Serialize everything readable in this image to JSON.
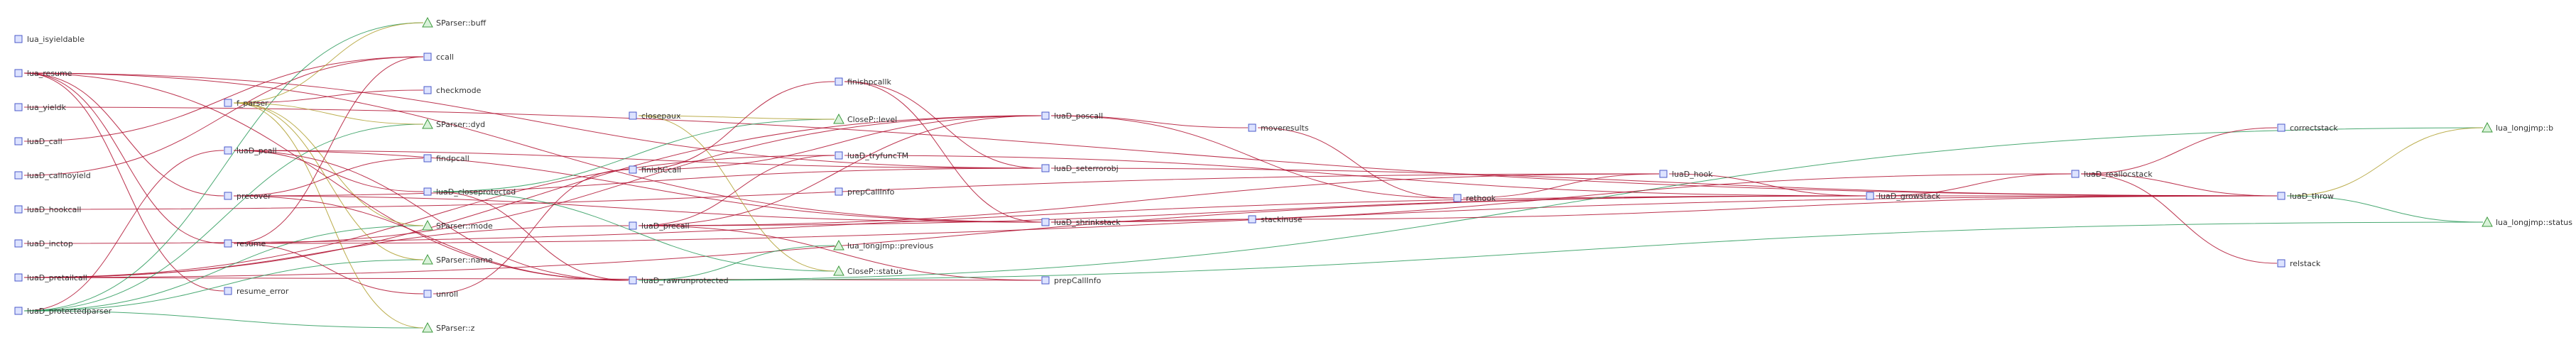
{
  "colors": {
    "func_fill": "#dde3ff",
    "func_stroke": "#4a58c8",
    "field_fill": "#d9f2d9",
    "field_stroke": "#3e9a3e",
    "edge_red": "#b01030",
    "edge_green": "#2a9a5a",
    "edge_olive": "#b0a030"
  },
  "legend": {
    "func_shape": "square-icon",
    "field_shape": "triangle-icon"
  },
  "nodes": [
    {
      "id": "lua_isyieldable",
      "label": "lua_isyieldable",
      "shape": "square"
    },
    {
      "id": "lua_resume",
      "label": "lua_resume",
      "shape": "square"
    },
    {
      "id": "lua_yieldk",
      "label": "lua_yieldk",
      "shape": "square"
    },
    {
      "id": "luaD_call",
      "label": "luaD_call",
      "shape": "square"
    },
    {
      "id": "luaD_callnoyield",
      "label": "luaD_callnoyield",
      "shape": "square"
    },
    {
      "id": "luaD_hookcall",
      "label": "luaD_hookcall",
      "shape": "square"
    },
    {
      "id": "luaD_inctop",
      "label": "luaD_inctop",
      "shape": "square"
    },
    {
      "id": "luaD_pretailcall",
      "label": "luaD_pretailcall",
      "shape": "square"
    },
    {
      "id": "luaD_protectedparser",
      "label": "luaD_protectedparser",
      "shape": "square"
    },
    {
      "id": "f_parser",
      "label": "f_parser",
      "shape": "square"
    },
    {
      "id": "luaD_pcall",
      "label": "luaD_pcall",
      "shape": "square"
    },
    {
      "id": "precover",
      "label": "precover",
      "shape": "square"
    },
    {
      "id": "resume",
      "label": "resume",
      "shape": "square"
    },
    {
      "id": "resume_error",
      "label": "resume_error",
      "shape": "square"
    },
    {
      "id": "SParser_buff",
      "label": "SParser::buff",
      "shape": "triangle"
    },
    {
      "id": "ccall",
      "label": "ccall",
      "shape": "square"
    },
    {
      "id": "checkmode",
      "label": "checkmode",
      "shape": "square"
    },
    {
      "id": "SParser_dyd",
      "label": "SParser::dyd",
      "shape": "triangle"
    },
    {
      "id": "findpcall",
      "label": "findpcall",
      "shape": "square"
    },
    {
      "id": "luaD_closeprotected",
      "label": "luaD_closeprotected",
      "shape": "square"
    },
    {
      "id": "SParser_mode",
      "label": "SParser::mode",
      "shape": "triangle"
    },
    {
      "id": "SParser_name",
      "label": "SParser::name",
      "shape": "triangle"
    },
    {
      "id": "unroll",
      "label": "unroll",
      "shape": "square"
    },
    {
      "id": "SParser_z",
      "label": "SParser::z",
      "shape": "triangle"
    },
    {
      "id": "closepaux",
      "label": "closepaux",
      "shape": "square"
    },
    {
      "id": "finishCcall",
      "label": "finishCcall",
      "shape": "square"
    },
    {
      "id": "luaD_precall",
      "label": "luaD_precall",
      "shape": "square"
    },
    {
      "id": "luaD_rawrunprotected",
      "label": "luaD_rawrunprotected",
      "shape": "square"
    },
    {
      "id": "finishpcallk",
      "label": "finishpcallk",
      "shape": "square"
    },
    {
      "id": "CloseP_level",
      "label": "CloseP::level",
      "shape": "triangle"
    },
    {
      "id": "luaD_tryfuncTM",
      "label": "luaD_tryfuncTM",
      "shape": "square"
    },
    {
      "id": "prepCallInfo_in",
      "label": "prepCallInfo",
      "shape": "square"
    },
    {
      "id": "lua_longjmp_previous",
      "label": "lua_longjmp::previous",
      "shape": "triangle"
    },
    {
      "id": "CloseP_status",
      "label": "CloseP::status",
      "shape": "triangle"
    },
    {
      "id": "luaD_poscall",
      "label": "luaD_poscall",
      "shape": "square"
    },
    {
      "id": "luaD_seterrorobj",
      "label": "luaD_seterrorobj",
      "shape": "square"
    },
    {
      "id": "luaD_shrinkstack",
      "label": "luaD_shrinkstack",
      "shape": "square"
    },
    {
      "id": "prepCallInfo",
      "label": "prepCallInfo",
      "shape": "square"
    },
    {
      "id": "moveresults",
      "label": "moveresults",
      "shape": "square"
    },
    {
      "id": "stackinuse",
      "label": "stackinuse",
      "shape": "square"
    },
    {
      "id": "rethook",
      "label": "rethook",
      "shape": "square"
    },
    {
      "id": "luaD_hook",
      "label": "luaD_hook",
      "shape": "square"
    },
    {
      "id": "luaD_growstack",
      "label": "luaD_growstack",
      "shape": "square"
    },
    {
      "id": "luaD_reallocstack",
      "label": "luaD_reallocstack",
      "shape": "square"
    },
    {
      "id": "correctstack",
      "label": "correctstack",
      "shape": "square"
    },
    {
      "id": "relstack",
      "label": "relstack",
      "shape": "square"
    },
    {
      "id": "luaD_throw",
      "label": "luaD_throw",
      "shape": "square"
    },
    {
      "id": "lua_longjmp_b",
      "label": "lua_longjmp::b",
      "shape": "triangle"
    },
    {
      "id": "lua_longjmp_status",
      "label": "lua_longjmp::status",
      "shape": "triangle"
    }
  ],
  "edges": [
    {
      "from": "lua_resume",
      "to": "resume",
      "color": "red"
    },
    {
      "from": "lua_resume",
      "to": "precover",
      "color": "red"
    },
    {
      "from": "lua_resume",
      "to": "luaD_rawrunprotected",
      "color": "red"
    },
    {
      "from": "lua_resume",
      "to": "luaD_seterrorobj",
      "color": "red"
    },
    {
      "from": "lua_resume",
      "to": "resume_error",
      "color": "red"
    },
    {
      "from": "lua_resume",
      "to": "luaD_shrinkstack",
      "color": "red"
    },
    {
      "from": "lua_yieldk",
      "to": "luaD_throw",
      "color": "red"
    },
    {
      "from": "luaD_call",
      "to": "ccall",
      "color": "red"
    },
    {
      "from": "luaD_callnoyield",
      "to": "ccall",
      "color": "red"
    },
    {
      "from": "luaD_hookcall",
      "to": "luaD_hook",
      "color": "red"
    },
    {
      "from": "luaD_inctop",
      "to": "luaD_growstack",
      "color": "red"
    },
    {
      "from": "luaD_pretailcall",
      "to": "luaD_tryfuncTM",
      "color": "red"
    },
    {
      "from": "luaD_pretailcall",
      "to": "luaD_growstack",
      "color": "red"
    },
    {
      "from": "luaD_pretailcall",
      "to": "luaD_precall",
      "color": "red"
    },
    {
      "from": "luaD_pretailcall",
      "to": "luaD_poscall",
      "color": "red"
    },
    {
      "from": "luaD_pretailcall",
      "to": "prepCallInfo",
      "color": "red"
    },
    {
      "from": "luaD_protectedparser",
      "to": "luaD_pcall",
      "color": "red"
    },
    {
      "from": "luaD_protectedparser",
      "to": "SParser_z",
      "color": "green"
    },
    {
      "from": "luaD_protectedparser",
      "to": "SParser_name",
      "color": "green"
    },
    {
      "from": "luaD_protectedparser",
      "to": "SParser_mode",
      "color": "green"
    },
    {
      "from": "luaD_protectedparser",
      "to": "SParser_dyd",
      "color": "green"
    },
    {
      "from": "luaD_protectedparser",
      "to": "SParser_buff",
      "color": "green"
    },
    {
      "from": "f_parser",
      "to": "checkmode",
      "color": "red"
    },
    {
      "from": "f_parser",
      "to": "SParser_z",
      "color": "olive"
    },
    {
      "from": "f_parser",
      "to": "SParser_name",
      "color": "olive"
    },
    {
      "from": "f_parser",
      "to": "SParser_mode",
      "color": "olive"
    },
    {
      "from": "f_parser",
      "to": "SParser_dyd",
      "color": "olive"
    },
    {
      "from": "f_parser",
      "to": "SParser_buff",
      "color": "olive"
    },
    {
      "from": "luaD_pcall",
      "to": "luaD_rawrunprotected",
      "color": "red"
    },
    {
      "from": "luaD_pcall",
      "to": "luaD_closeprotected",
      "color": "red"
    },
    {
      "from": "luaD_pcall",
      "to": "luaD_seterrorobj",
      "color": "red"
    },
    {
      "from": "luaD_pcall",
      "to": "luaD_shrinkstack",
      "color": "red"
    },
    {
      "from": "precover",
      "to": "findpcall",
      "color": "red"
    },
    {
      "from": "precover",
      "to": "luaD_seterrorobj",
      "color": "red"
    },
    {
      "from": "precover",
      "to": "luaD_rawrunprotected",
      "color": "red"
    },
    {
      "from": "precover",
      "to": "luaD_shrinkstack",
      "color": "red"
    },
    {
      "from": "resume",
      "to": "ccall",
      "color": "red"
    },
    {
      "from": "resume",
      "to": "unroll",
      "color": "red"
    },
    {
      "from": "resume",
      "to": "luaD_poscall",
      "color": "red"
    },
    {
      "from": "resume",
      "to": "luaD_throw",
      "color": "red"
    },
    {
      "from": "luaD_closeprotected",
      "to": "luaD_rawrunprotected",
      "color": "red"
    },
    {
      "from": "luaD_closeprotected",
      "to": "CloseP_level",
      "color": "green"
    },
    {
      "from": "luaD_closeprotected",
      "to": "CloseP_status",
      "color": "green"
    },
    {
      "from": "closepaux",
      "to": "CloseP_level",
      "color": "olive"
    },
    {
      "from": "closepaux",
      "to": "CloseP_status",
      "color": "olive"
    },
    {
      "from": "unroll",
      "to": "finishCcall",
      "color": "red"
    },
    {
      "from": "finishCcall",
      "to": "finishpcallk",
      "color": "red"
    },
    {
      "from": "finishCcall",
      "to": "luaD_poscall",
      "color": "red"
    },
    {
      "from": "luaD_precall",
      "to": "luaD_tryfuncTM",
      "color": "red"
    },
    {
      "from": "luaD_precall",
      "to": "prepCallInfo",
      "color": "red"
    },
    {
      "from": "luaD_precall",
      "to": "luaD_hook",
      "color": "red"
    },
    {
      "from": "luaD_precall",
      "to": "luaD_poscall",
      "color": "red"
    },
    {
      "from": "luaD_precall",
      "to": "luaD_growstack",
      "color": "red"
    },
    {
      "from": "luaD_rawrunprotected",
      "to": "lua_longjmp_previous",
      "color": "green"
    },
    {
      "from": "luaD_rawrunprotected",
      "to": "lua_longjmp_status",
      "color": "green"
    },
    {
      "from": "luaD_rawrunprotected",
      "to": "lua_longjmp_b",
      "color": "green"
    },
    {
      "from": "finishpcallk",
      "to": "luaD_seterrorobj",
      "color": "red"
    },
    {
      "from": "finishpcallk",
      "to": "luaD_shrinkstack",
      "color": "red"
    },
    {
      "from": "luaD_tryfuncTM",
      "to": "luaD_growstack",
      "color": "red"
    },
    {
      "from": "luaD_poscall",
      "to": "moveresults",
      "color": "red"
    },
    {
      "from": "luaD_poscall",
      "to": "rethook",
      "color": "red"
    },
    {
      "from": "luaD_seterrorobj",
      "to": "luaD_throw",
      "color": "red"
    },
    {
      "from": "luaD_shrinkstack",
      "to": "stackinuse",
      "color": "red"
    },
    {
      "from": "luaD_shrinkstack",
      "to": "luaD_reallocstack",
      "color": "red"
    },
    {
      "from": "moveresults",
      "to": "rethook",
      "color": "red"
    },
    {
      "from": "rethook",
      "to": "luaD_hook",
      "color": "red"
    },
    {
      "from": "luaD_hook",
      "to": "luaD_growstack",
      "color": "red"
    },
    {
      "from": "luaD_growstack",
      "to": "luaD_reallocstack",
      "color": "red"
    },
    {
      "from": "luaD_growstack",
      "to": "luaD_throw",
      "color": "red"
    },
    {
      "from": "luaD_reallocstack",
      "to": "correctstack",
      "color": "red"
    },
    {
      "from": "luaD_reallocstack",
      "to": "relstack",
      "color": "red"
    },
    {
      "from": "luaD_reallocstack",
      "to": "luaD_throw",
      "color": "red"
    },
    {
      "from": "luaD_throw",
      "to": "lua_longjmp_b",
      "color": "olive"
    },
    {
      "from": "luaD_throw",
      "to": "lua_longjmp_status",
      "color": "green"
    },
    {
      "from": "stackinuse",
      "to": "luaD_throw",
      "color": "red"
    }
  ]
}
